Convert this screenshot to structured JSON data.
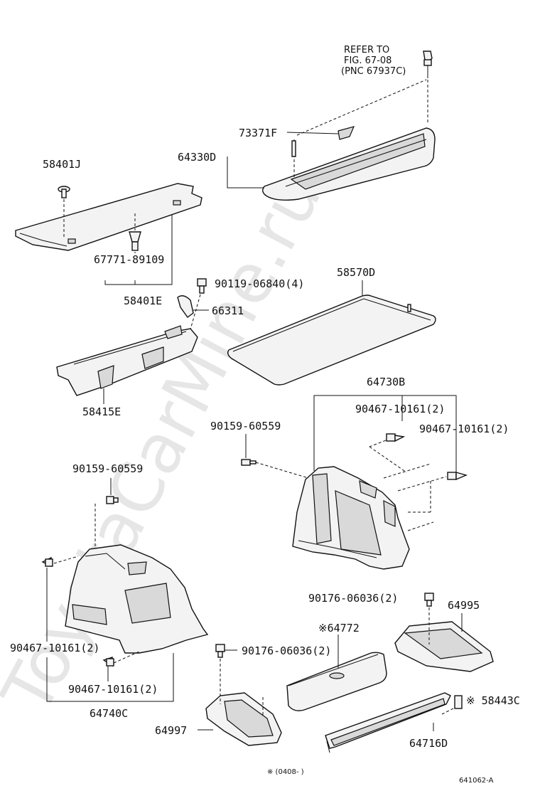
{
  "watermark": "ToyotaCarMine.ru",
  "labels": {
    "refer_line1": "REFER TO",
    "refer_line2": "FIG. 67-08",
    "refer_line3": "(PNC 67937C)",
    "p73371F": "73371F",
    "p64330D": "64330D",
    "p58401J": "58401J",
    "p67771_89109": "67771-89109",
    "p58401E": "58401E",
    "p90119_06840": "90119-06840(4)",
    "p66311": "66311",
    "p58570D": "58570D",
    "p58415E": "58415E",
    "p64730B": "64730B",
    "p90467_10161_r1": "90467-10161(2)",
    "p90467_10161_r2": "90467-10161(2)",
    "p90159_60559_a": "90159-60559",
    "p90159_60559_b": "90159-60559",
    "p90467_10161_l1": "90467-10161(2)",
    "p90467_10161_l2": "90467-10161(2)",
    "p64740C": "64740C",
    "p90176_06036_a": "90176-06036(2)",
    "p64995": "64995",
    "p64772": "※64772",
    "p90176_06036_b": "90176-06036(2)",
    "p58443C": "※ 58443C",
    "p64997": "64997",
    "p64716D": "64716D",
    "footnote": "※ (0408-    )",
    "figure_code": "641062-A"
  }
}
